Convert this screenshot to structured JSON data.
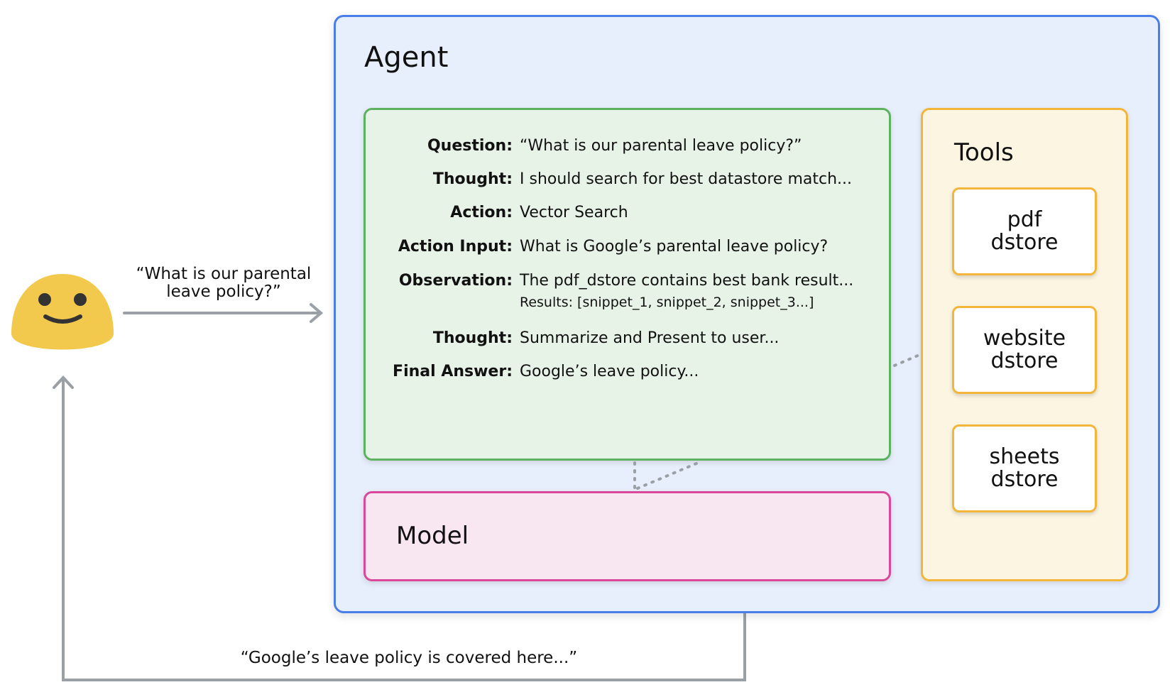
{
  "user_query_label": "“What is our parental leave policy?”",
  "user_query_lines": [
    "“What is our parental",
    "leave policy?”"
  ],
  "response_label": "“Google’s leave policy is covered here...”",
  "agent": {
    "title": "Agent",
    "trace": [
      {
        "label": "Question:",
        "value": "“What is our parental leave policy?”"
      },
      {
        "label": "Thought:",
        "value": "I should search for best datastore match..."
      },
      {
        "label": "Action:",
        "value": "Vector Search"
      },
      {
        "label": "Action Input:",
        "value": "What is Google’s parental leave policy?"
      },
      {
        "label": "Observation:",
        "value": "The pdf_dstore contains best bank result...",
        "detail": "Results: [snippet_1, snippet_2, snippet_3...]"
      },
      {
        "label": "Thought:",
        "value": "Summarize and Present to user..."
      },
      {
        "label": "Final Answer:",
        "value": "Google’s leave policy..."
      }
    ],
    "model": {
      "label": "Model"
    },
    "tools": {
      "title": "Tools",
      "items": [
        "pdf\ndstore",
        "website\ndstore",
        "sheets\ndstore"
      ]
    }
  },
  "colors": {
    "agent_border": "#4a7ee8",
    "agent_fill": "#e8effc",
    "reasoning_border": "#5cb25f",
    "reasoning_fill": "#e8f3e8",
    "model_border": "#d9489a",
    "model_fill": "#f8e6f1",
    "tools_border": "#f3b63a",
    "tools_fill": "#fcf5e1",
    "arrow": "#9aa0a6",
    "user_face": "#f2c94c"
  },
  "icons": {
    "user": "smiley-face-icon"
  }
}
